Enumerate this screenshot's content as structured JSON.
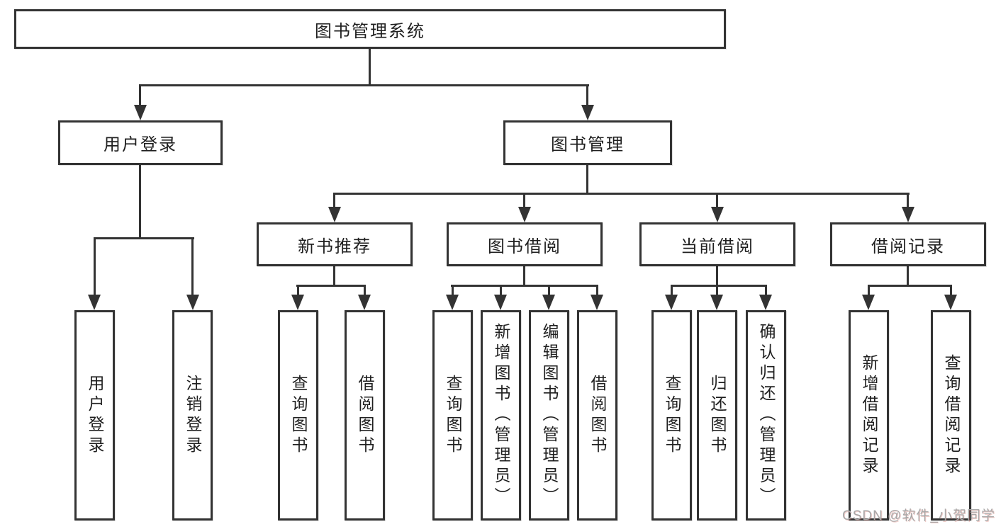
{
  "tree": {
    "root": {
      "label": "图书管理系统"
    },
    "branches": [
      {
        "label": "用户登录",
        "leaves": [
          "用户登录",
          "注销登录"
        ]
      },
      {
        "label": "图书管理",
        "groups": [
          {
            "label": "新书推荐",
            "leaves": [
              "查询图书",
              "借阅图书"
            ]
          },
          {
            "label": "图书借阅",
            "leaves": [
              "查询图书",
              "新增图书（管理员）",
              "编辑图书（管理员）",
              "借阅图书"
            ]
          },
          {
            "label": "当前借阅",
            "leaves": [
              "查询图书",
              "归还图书",
              "确认归还（管理员）"
            ]
          },
          {
            "label": "借阅记录",
            "leaves": [
              "新增借阅记录",
              "查询借阅记录"
            ]
          }
        ]
      }
    ]
  },
  "watermark": "CSDN @软件_小贺同学",
  "colors": {
    "line": "#333333",
    "box_border": "#333333",
    "box_fill": "#ffffff",
    "text": "#1f1f1f",
    "watermark": "#a8a8a8"
  }
}
